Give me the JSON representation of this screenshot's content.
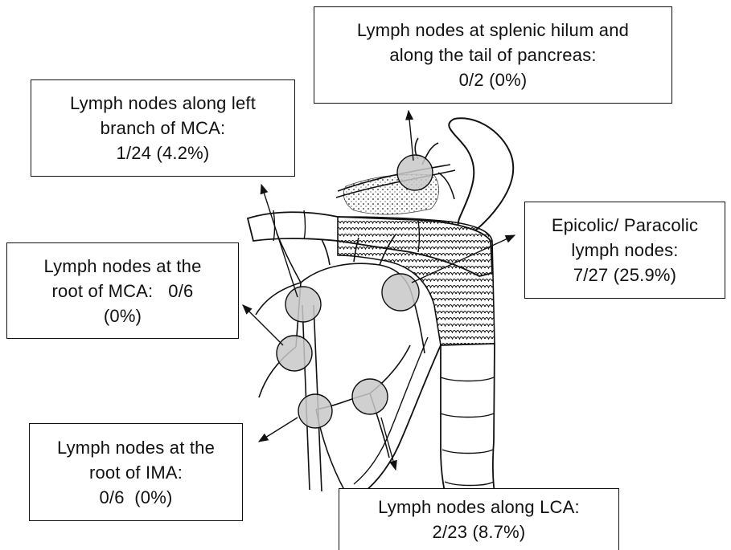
{
  "boxes": {
    "splenic": {
      "lines": [
        "Lymph nodes at splenic hilum and",
        "along the tail of pancreas:",
        "0/2 (0%)"
      ]
    },
    "left_branch_mca": {
      "lines": [
        "Lymph nodes along left",
        "branch of MCA:",
        "1/24 (4.2%)"
      ]
    },
    "epicolic": {
      "lines": [
        "Epicolic/ Paracolic",
        "lymph nodes:",
        "7/27 (25.9%)"
      ]
    },
    "root_mca": {
      "lines": [
        "Lymph nodes at the",
        "root of MCA:   0/6",
        "(0%)"
      ]
    },
    "root_ima": {
      "lines": [
        "Lymph nodes at the",
        "root of IMA:",
        "0/6  (0%)"
      ]
    },
    "lca": {
      "lines": [
        "Lymph nodes along LCA:",
        "2/23 (8.7%)"
      ]
    }
  },
  "colors": {
    "line": "#111111",
    "node_fill": "#c8c8c8",
    "background": "#ffffff"
  }
}
